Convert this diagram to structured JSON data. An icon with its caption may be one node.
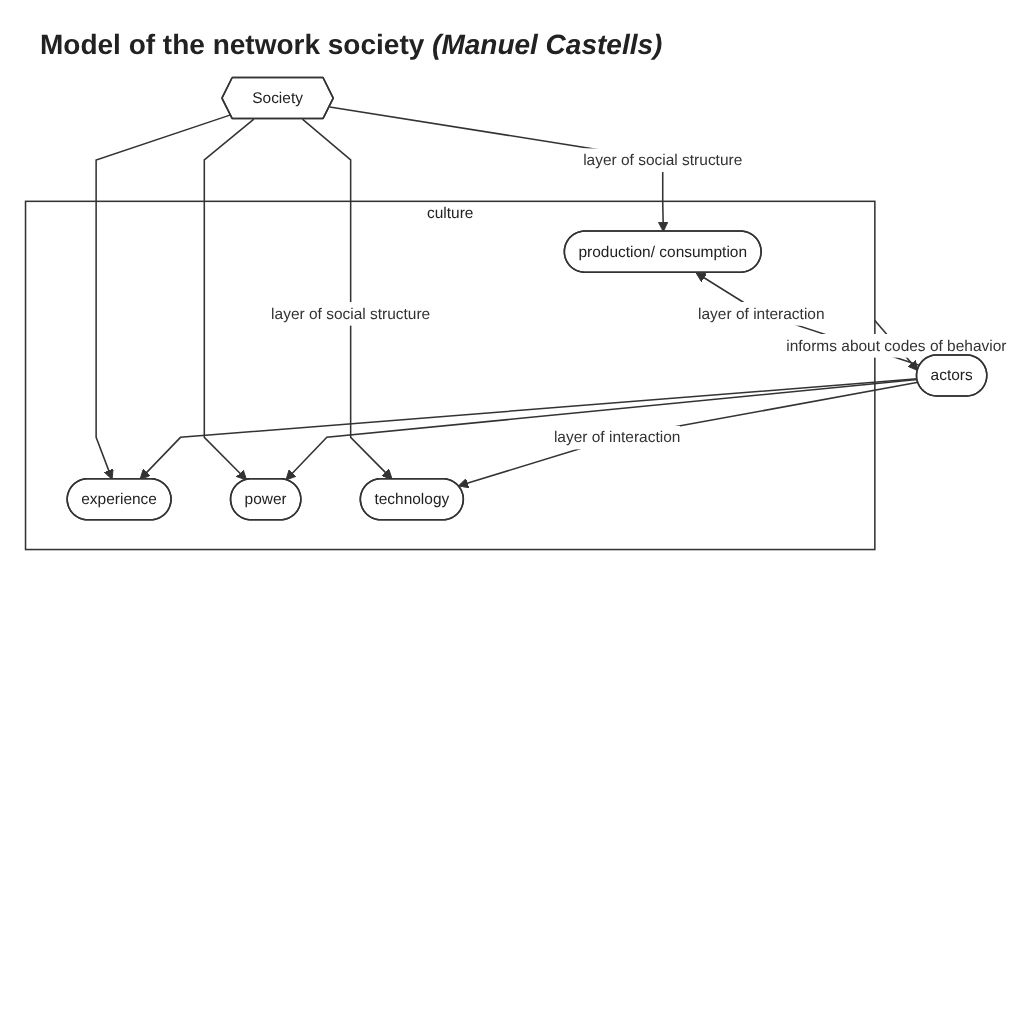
{
  "diagram": {
    "title": "Model of the network society *(Manuel Castells)*",
    "nodes": [
      {
        "text": [
          "Society"
        ]
      },
      {
        "text": [
          "culture"
        ]
      },
      {
        "text": [
          "production/ consumption"
        ],
        "in": 1
      },
      {
        "text": [
          "experience"
        ],
        "in": 1
      },
      {
        "text": [
          "power"
        ],
        "in": 1
      },
      {
        "text": [
          "technology"
        ],
        "in": 1
      },
      {
        "text": [
          "actors"
        ]
      }
    ],
    "edges": [
      {
        "from": 0,
        "to": 2,
        "arrow": "to",
        "label": "layer of social structure"
      },
      {
        "from": 0,
        "to": 3,
        "arrow": "to"
      },
      {
        "from": 0,
        "to": 4,
        "arrow": "to"
      },
      {
        "from": 0,
        "to": 5,
        "arrow": "to",
        "label": "layer of social structure"
      },
      {
        "from": 6,
        "to": 2,
        "arrow": "to",
        "label": "layer of interaction"
      },
      {
        "from": 6,
        "to": 3,
        "arrow": "to"
      },
      {
        "from": 6,
        "to": 4,
        "arrow": "to"
      },
      {
        "from": 6,
        "to": 5,
        "arrow": "to",
        "label": "layer of interaction"
      },
      {
        "from": 1,
        "to": 6,
        "arrow": "to",
        "label": "informs about codes of behavior"
      }
    ]
  }
}
